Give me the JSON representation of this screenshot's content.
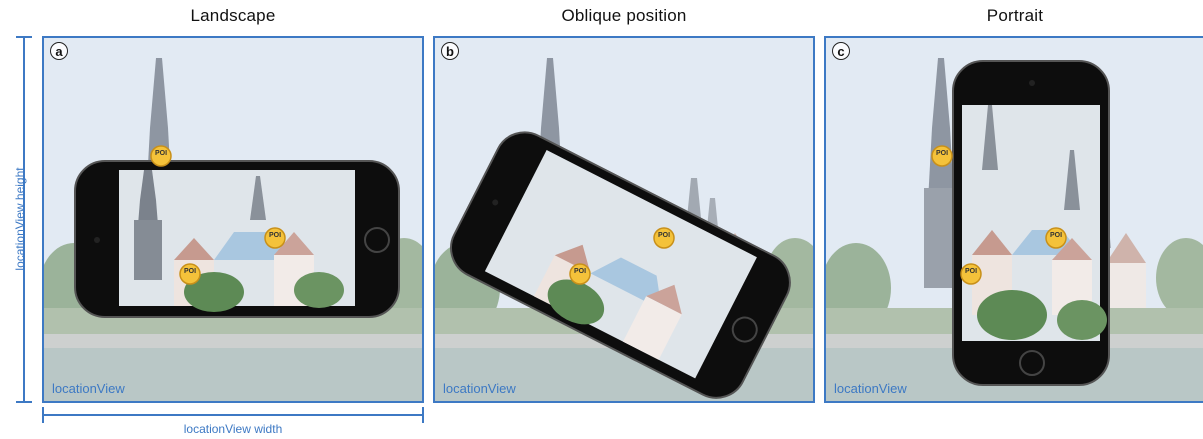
{
  "panels": [
    {
      "letter": "a",
      "title": "Landscape",
      "view_label": "locationView"
    },
    {
      "letter": "b",
      "title": "Oblique position",
      "view_label": "locationView"
    },
    {
      "letter": "c",
      "title": "Portrait",
      "view_label": "locationView"
    }
  ],
  "poi_label": "POI",
  "dimensions": {
    "height_label": "locationView height",
    "width_label": "locationView width"
  },
  "colors": {
    "accent": "#3d79c4",
    "poi_fill": "#f4c23a"
  }
}
